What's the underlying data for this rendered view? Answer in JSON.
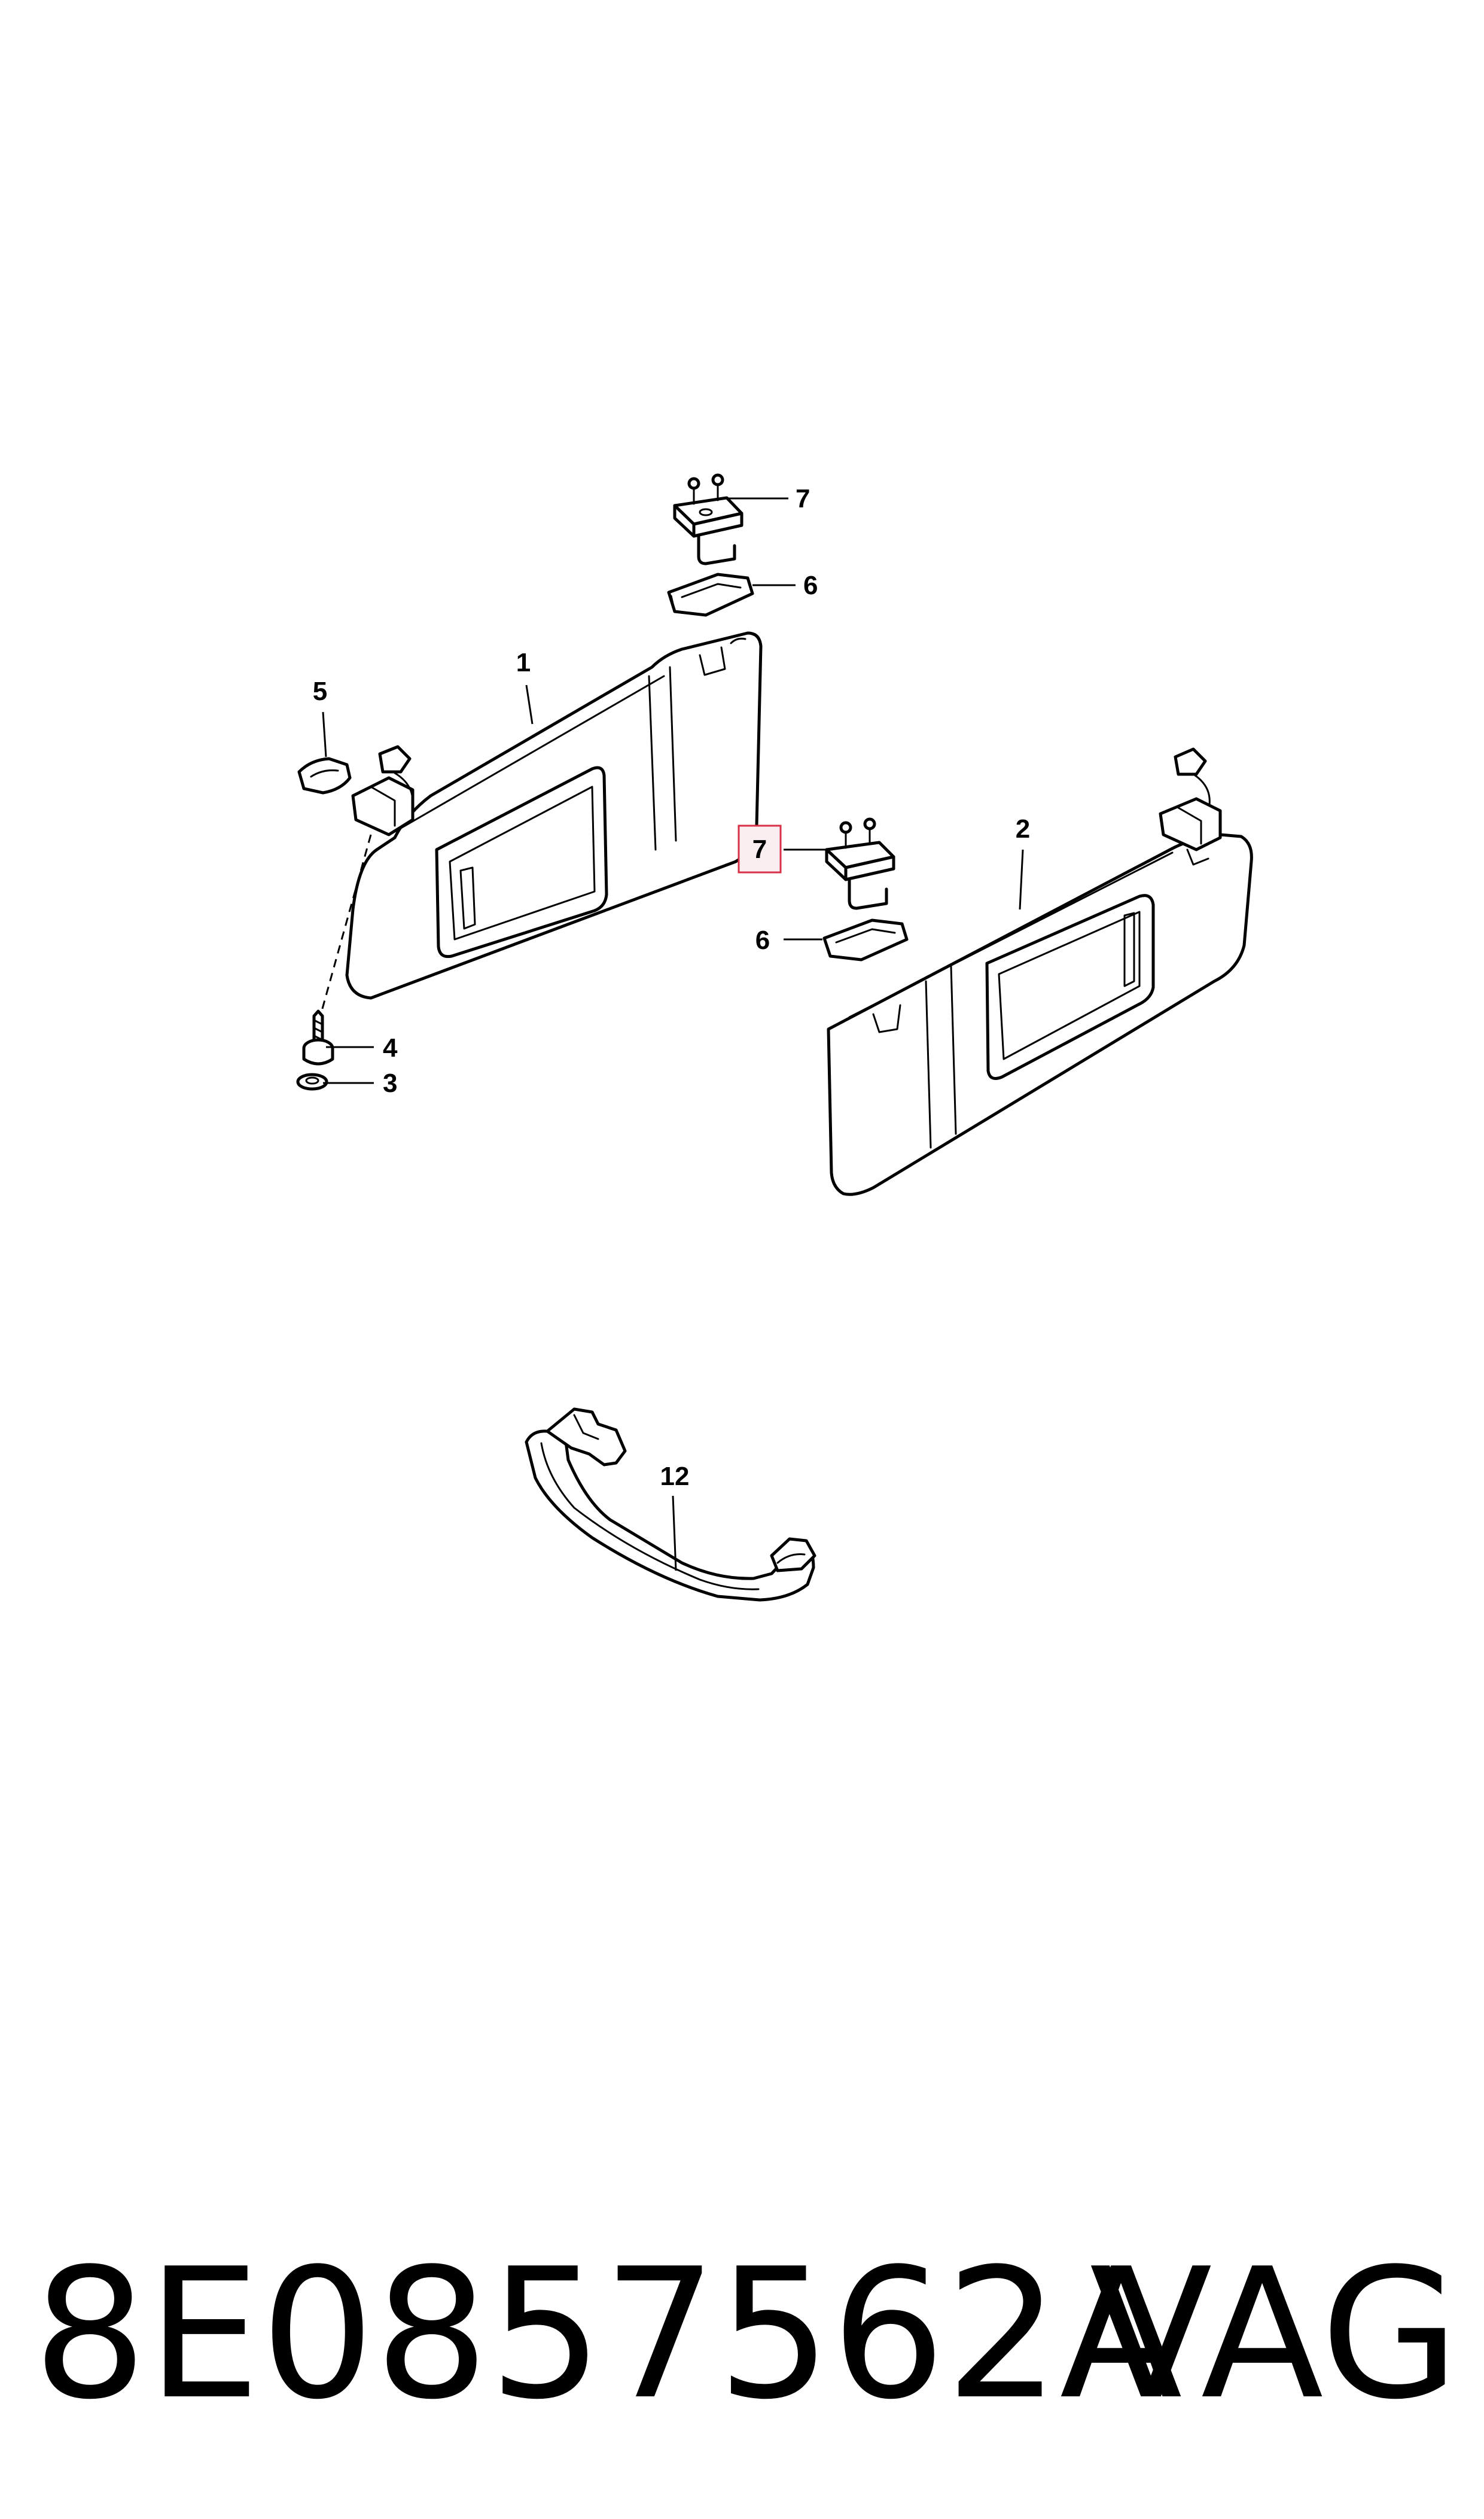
{
  "callouts": {
    "c1": "1",
    "c2": "2",
    "c3": "3",
    "c4": "4",
    "c5": "5",
    "c6a": "6",
    "c6b": "6",
    "c7a": "7",
    "c7b": "7",
    "c12": "12"
  },
  "highlight": {
    "callout": "7",
    "border_color": "#d9304a",
    "fill_color": "#fbeef0"
  },
  "footer": {
    "part_number": "8E0857562A",
    "brand": "VAG"
  }
}
